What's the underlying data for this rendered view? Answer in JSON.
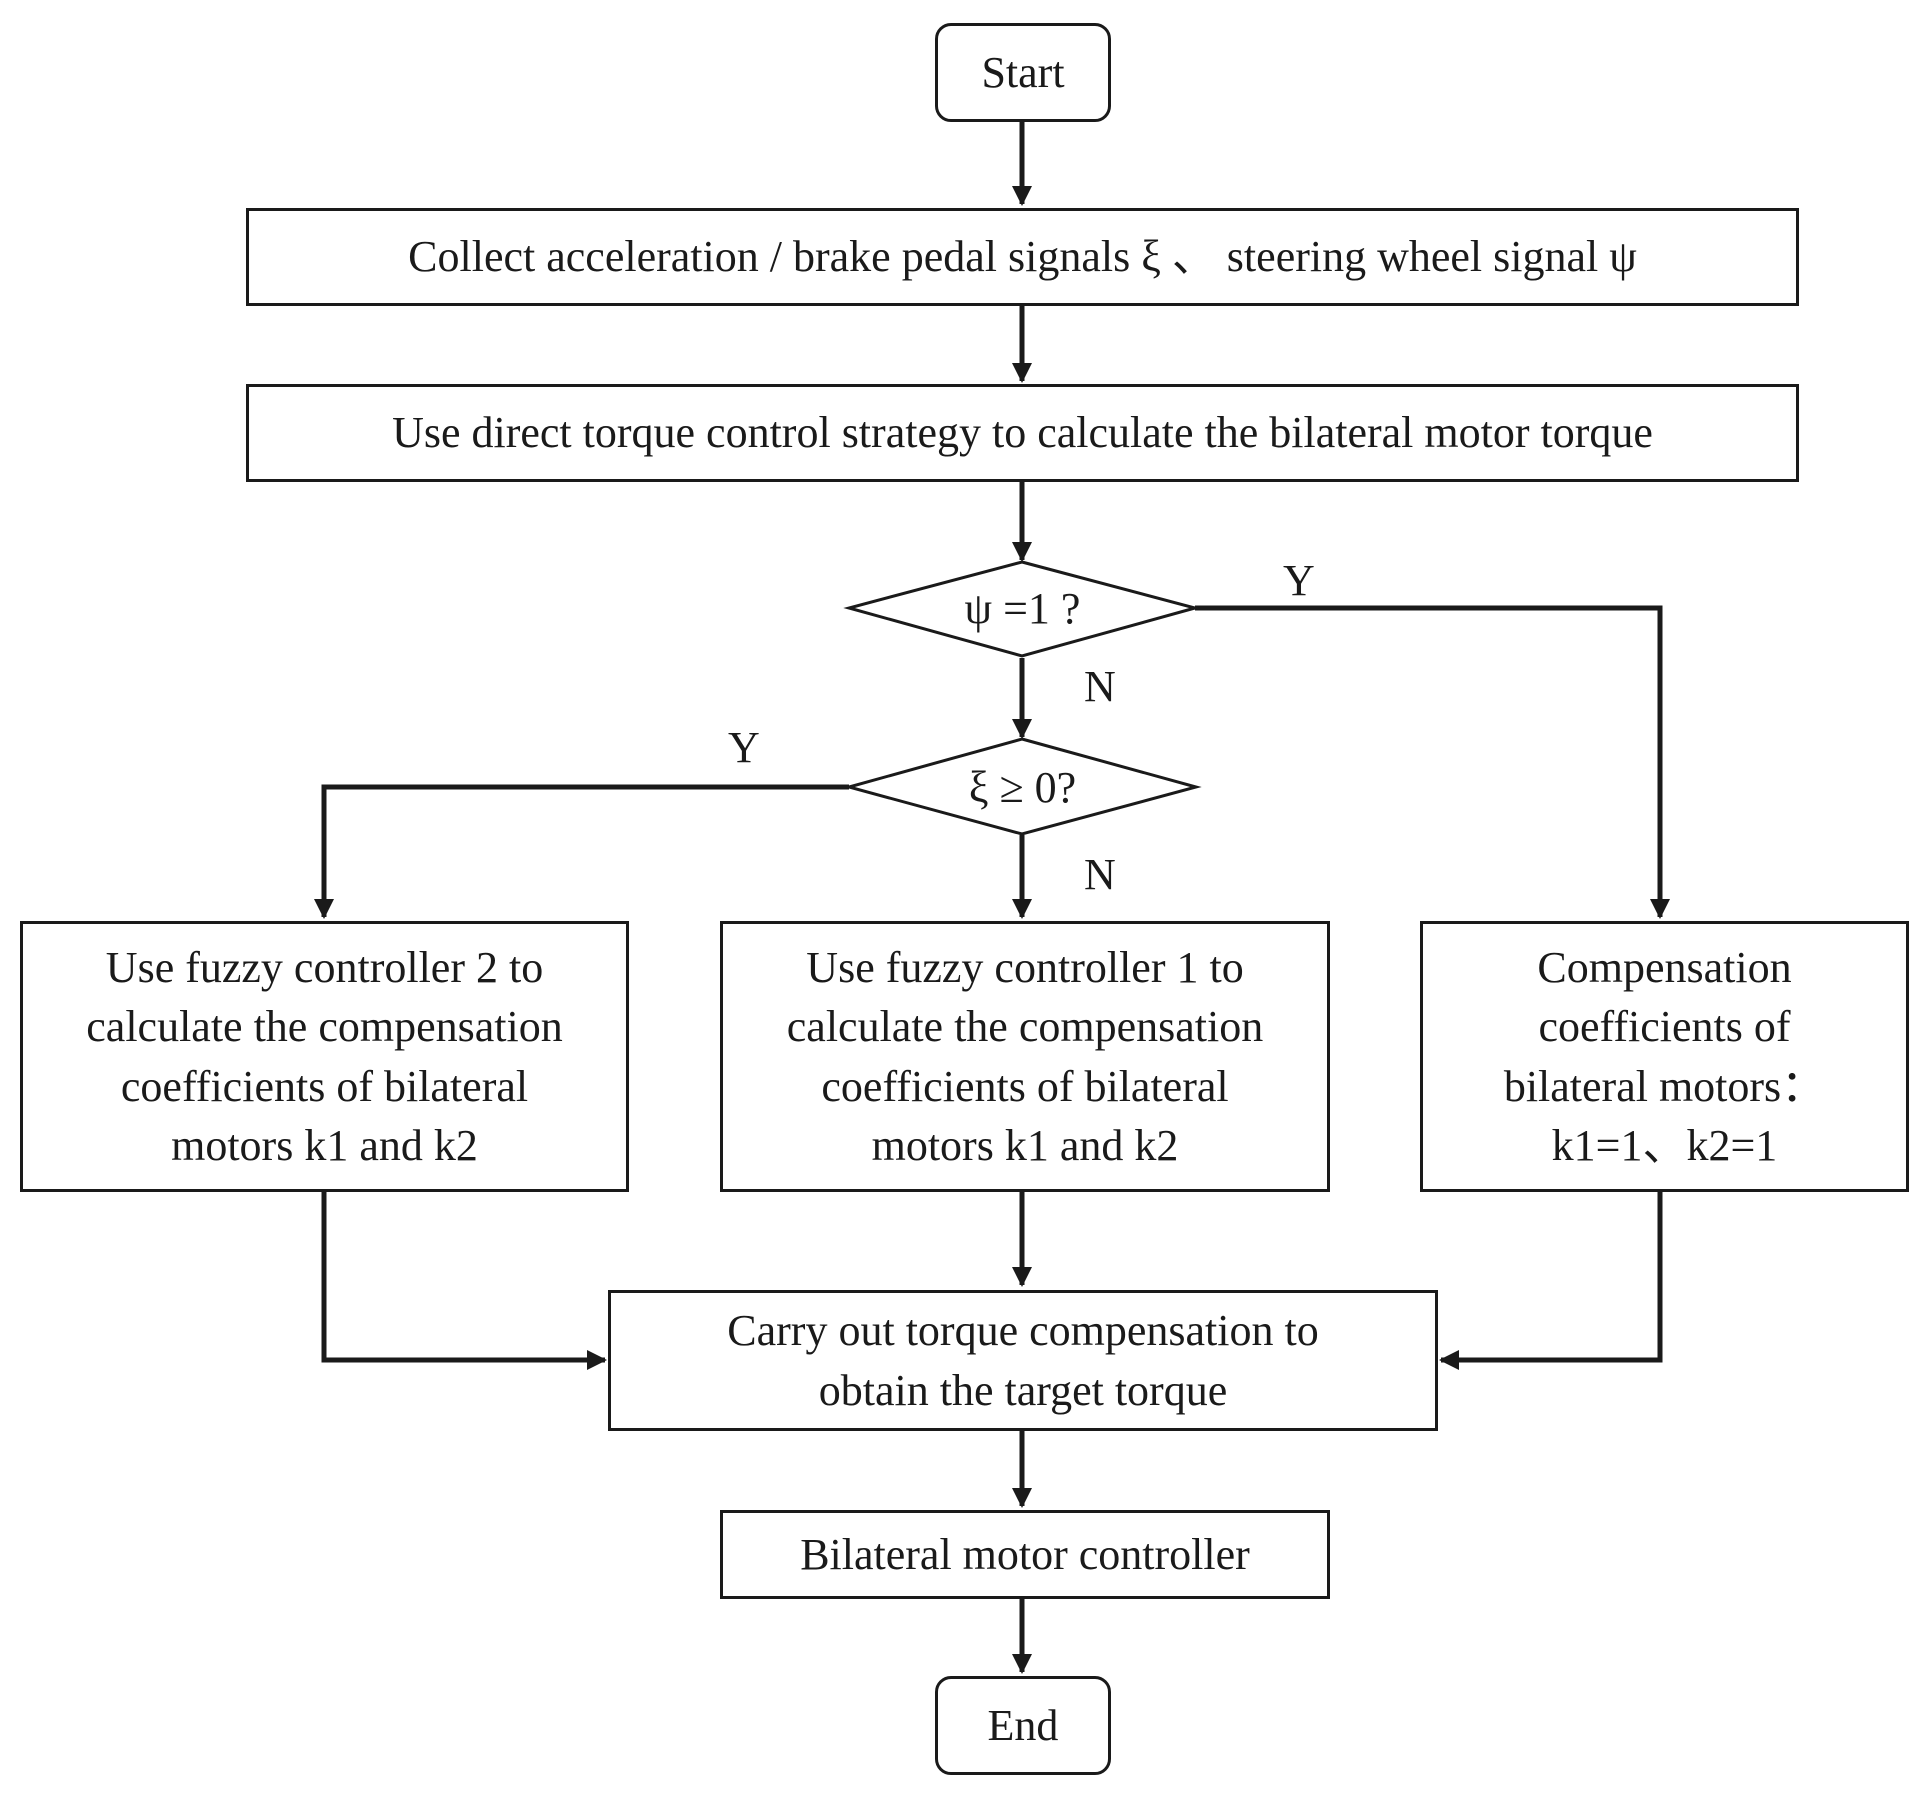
{
  "flowchart": {
    "start": "Start",
    "collect": "Collect acceleration / brake pedal signals ξ  、 steering wheel signal ψ",
    "direct_torque": "Use direct torque control strategy to calculate the bilateral motor torque",
    "decision_psi": "ψ =1 ?",
    "decision_xi": "ξ ≥ 0?",
    "fuzzy2": "Use fuzzy controller 2 to\ncalculate the compensation\ncoefficients of bilateral\nmotors k1 and k2",
    "fuzzy1": "Use fuzzy controller 1 to\ncalculate the compensation\ncoefficients of bilateral\nmotors k1 and k2",
    "compensation": "Compensation\ncoefficients of\nbilateral motors：\nk1=1、k2=1",
    "carry_out": "Carry out torque compensation  to\nobtain the target torque",
    "motor_controller": "Bilateral motor controller",
    "end": "End",
    "labels": {
      "psi_yes": "Y",
      "psi_no": "N",
      "xi_yes": "Y",
      "xi_no": "N"
    }
  }
}
